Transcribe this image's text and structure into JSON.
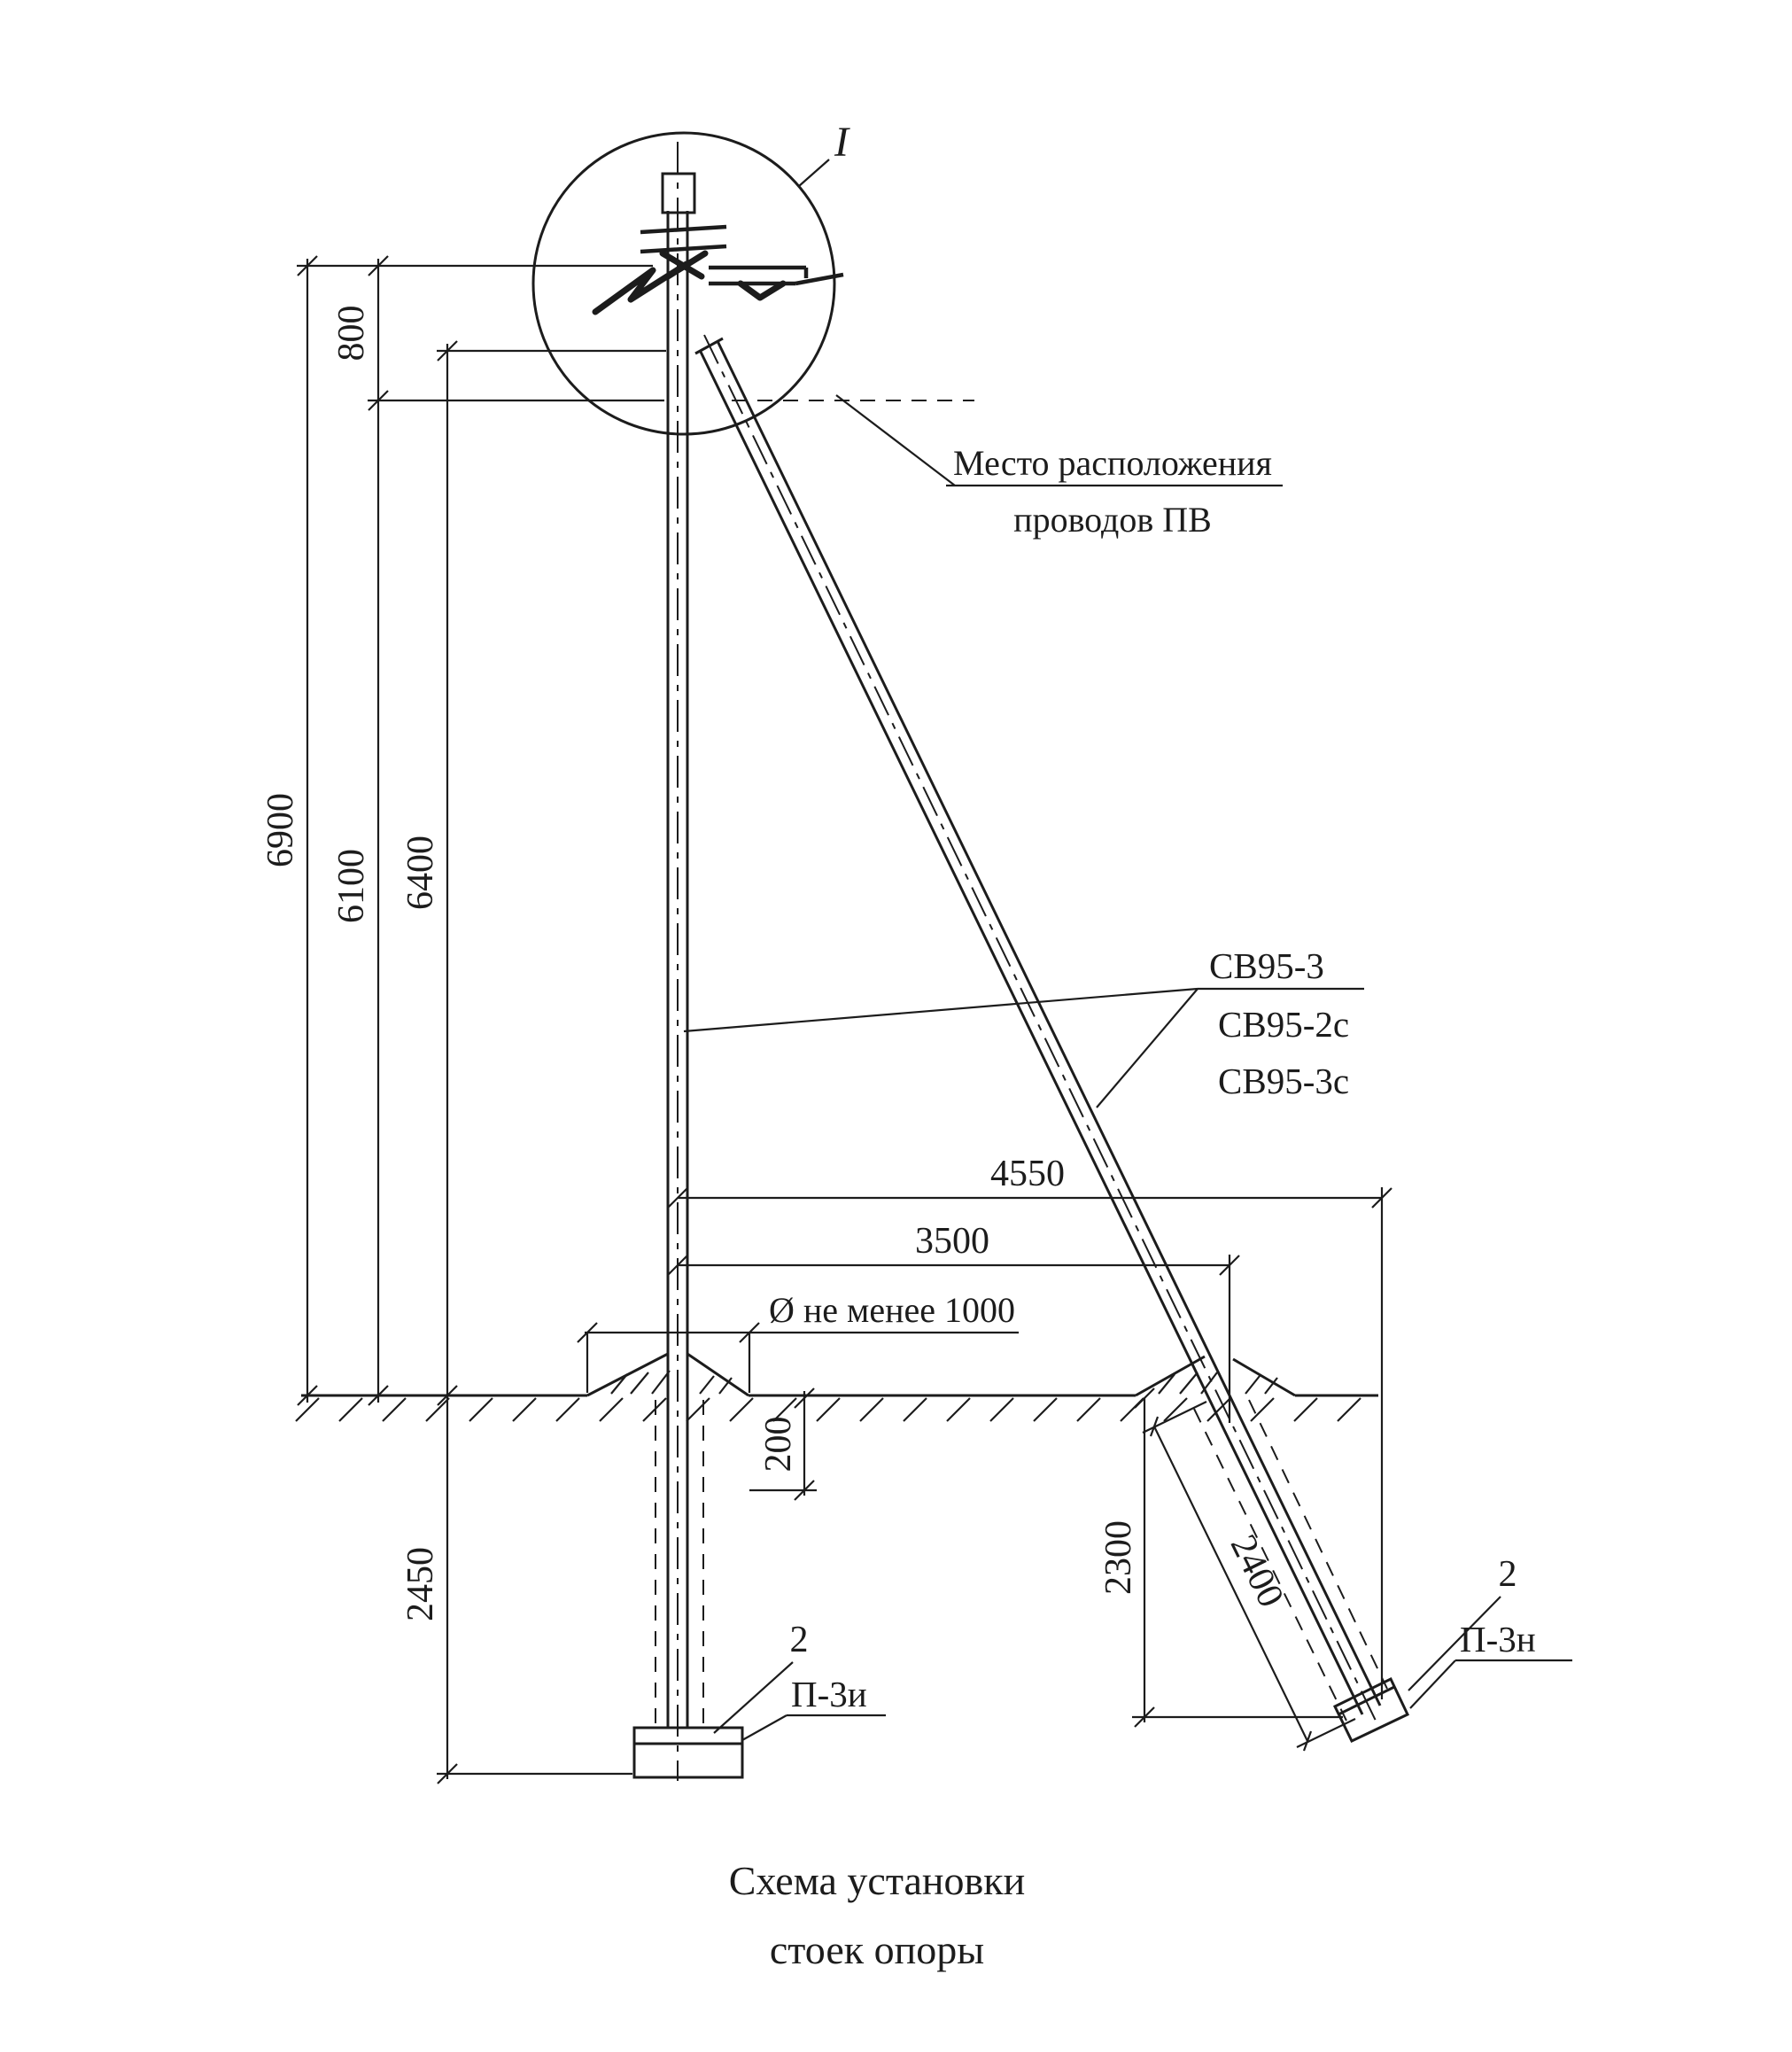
{
  "drawing": {
    "detail_marker": "I",
    "leaders": {
      "wires_location_line1": "Место расположения",
      "wires_location_line2": "проводов ПВ",
      "pole_types": [
        "СВ95-3",
        "СВ95-2с",
        "СВ95-3с"
      ],
      "pit_diameter_note": "Ø не менее 1000",
      "main_plate_ref": "2",
      "main_plate_label": "П-3и",
      "strut_plate_ref": "2",
      "strut_plate_label": "П-3н"
    },
    "dimensions": {
      "h800": "800",
      "h6900": "6900",
      "h6100": "6100",
      "h6400": "6400",
      "w4550": "4550",
      "w3500": "3500",
      "d200": "200",
      "d2450": "2450",
      "d2300": "2300",
      "l2400": "2400"
    },
    "caption": {
      "line1": "Схема установки",
      "line2": "стоек опоры"
    },
    "colors": {
      "ink": "#1c1c1c",
      "paper": "#ffffff"
    }
  }
}
